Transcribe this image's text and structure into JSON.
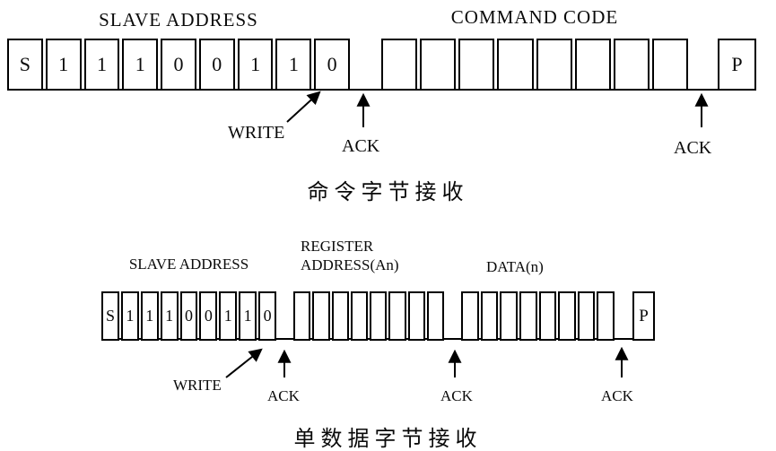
{
  "page": {
    "background": "#ffffff",
    "line_color": "#000000",
    "text_color": "#0a0a0a"
  },
  "command_frame": {
    "slave_address_label": "SLAVE ADDRESS",
    "command_code_label": "COMMAND CODE",
    "start_and_slave_bits": [
      "S",
      "1",
      "1",
      "1",
      "0",
      "0",
      "1",
      "1",
      "0"
    ],
    "command_bits": [
      "",
      "",
      "",
      "",
      "",
      "",
      "",
      ""
    ],
    "stop_bit": "P",
    "write_label": "WRITE",
    "ack_labels": [
      "ACK",
      "ACK"
    ],
    "caption": "命令字节接收"
  },
  "data_frame": {
    "slave_address_label": "SLAVE ADDRESS",
    "register_address_label_line1": "REGISTER",
    "register_address_label_line2": "ADDRESS(An)",
    "data_label": "DATA(n)",
    "start_and_slave_bits": [
      "S",
      "1",
      "1",
      "1",
      "0",
      "0",
      "1",
      "1",
      "0"
    ],
    "register_bits": [
      "",
      "",
      "",
      "",
      "",
      "",
      "",
      ""
    ],
    "data_bits": [
      "",
      "",
      "",
      "",
      "",
      "",
      "",
      ""
    ],
    "stop_bit": "P",
    "write_label": "WRITE",
    "ack_labels": [
      "ACK",
      "ACK",
      "ACK"
    ],
    "caption": "单数据字节接收"
  }
}
